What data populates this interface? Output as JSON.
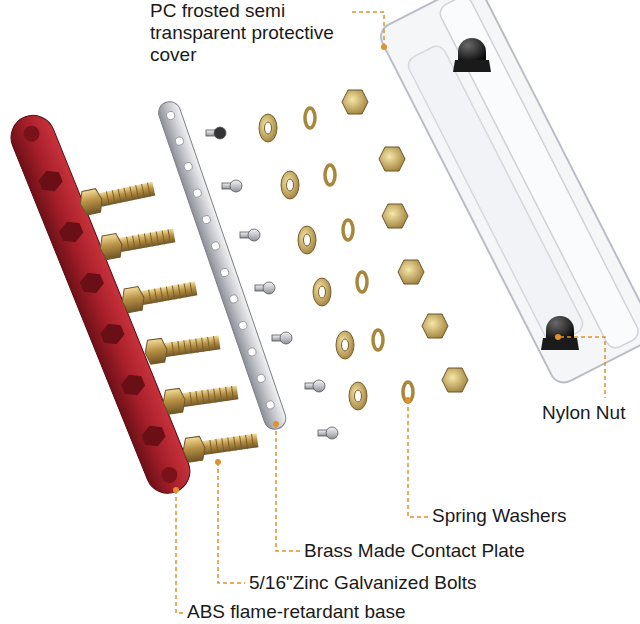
{
  "diagram": {
    "labels": [
      "PC frosted semi transparent protective cover",
      "Nylon Nut",
      "Spring Washers",
      "Brass Made Contact Plate",
      "5/16\"Zinc Galvanized Bolts",
      "ABS flame-retardant base"
    ]
  }
}
